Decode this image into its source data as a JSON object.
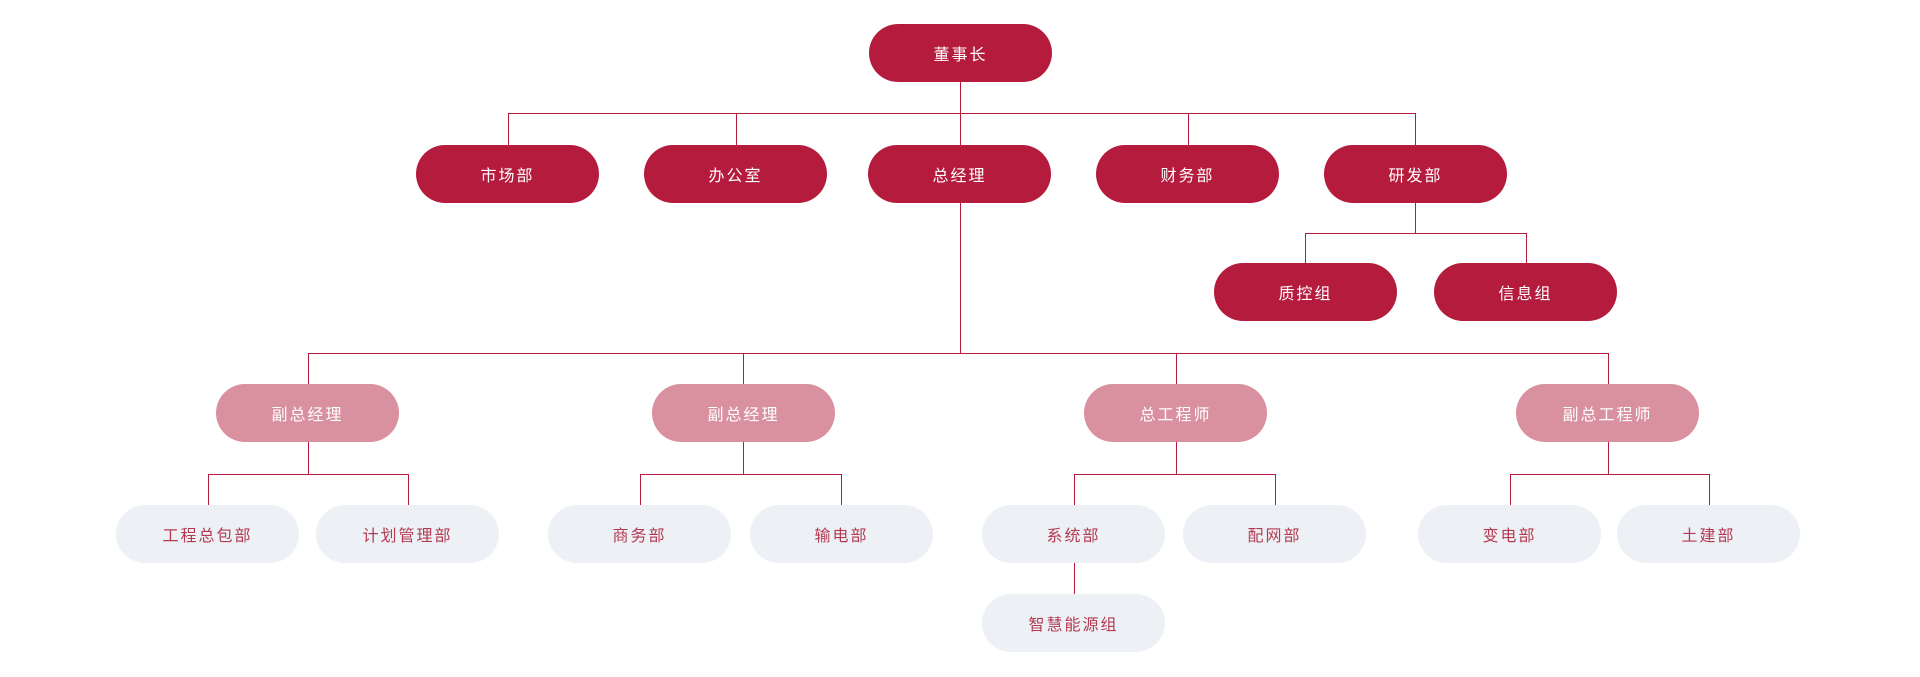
{
  "diagram": {
    "type": "org-chart",
    "colors": {
      "primary": "#b41b3c",
      "secondary": "#d9909f",
      "light_bg": "#edf1f5",
      "light_text": "#b43a52",
      "line": "#b41b3c",
      "background": "#ffffff"
    },
    "nodes": {
      "chairman": {
        "label": "董事长",
        "style": "primary"
      },
      "marketing": {
        "label": "市场部",
        "style": "primary"
      },
      "office": {
        "label": "办公室",
        "style": "primary"
      },
      "general_manager": {
        "label": "总经理",
        "style": "primary"
      },
      "finance": {
        "label": "财务部",
        "style": "primary"
      },
      "rnd": {
        "label": "研发部",
        "style": "primary"
      },
      "quality_control": {
        "label": "质控组",
        "style": "primary"
      },
      "information": {
        "label": "信息组",
        "style": "primary"
      },
      "deputy_gm_1": {
        "label": "副总经理",
        "style": "secondary"
      },
      "deputy_gm_2": {
        "label": "副总经理",
        "style": "secondary"
      },
      "chief_engineer": {
        "label": "总工程师",
        "style": "secondary"
      },
      "deputy_chief_engineer": {
        "label": "副总工程师",
        "style": "secondary"
      },
      "epc": {
        "label": "工程总包部",
        "style": "light"
      },
      "planning": {
        "label": "计划管理部",
        "style": "light"
      },
      "commerce": {
        "label": "商务部",
        "style": "light"
      },
      "transmission": {
        "label": "输电部",
        "style": "light"
      },
      "system": {
        "label": "系统部",
        "style": "light"
      },
      "distribution": {
        "label": "配网部",
        "style": "light"
      },
      "substation": {
        "label": "变电部",
        "style": "light"
      },
      "civil": {
        "label": "土建部",
        "style": "light"
      },
      "smart_energy": {
        "label": "智慧能源组",
        "style": "light"
      }
    },
    "structure": {
      "label": "董事长",
      "children": [
        {
          "label": "市场部"
        },
        {
          "label": "办公室"
        },
        {
          "label": "总经理",
          "children": [
            {
              "label": "副总经理",
              "children": [
                {
                  "label": "工程总包部"
                },
                {
                  "label": "计划管理部"
                }
              ]
            },
            {
              "label": "副总经理",
              "children": [
                {
                  "label": "商务部"
                },
                {
                  "label": "输电部"
                }
              ]
            },
            {
              "label": "总工程师",
              "children": [
                {
                  "label": "系统部",
                  "children": [
                    {
                      "label": "智慧能源组"
                    }
                  ]
                },
                {
                  "label": "配网部"
                }
              ]
            },
            {
              "label": "副总工程师",
              "children": [
                {
                  "label": "变电部"
                },
                {
                  "label": "土建部"
                }
              ]
            }
          ]
        },
        {
          "label": "财务部"
        },
        {
          "label": "研发部",
          "children": [
            {
              "label": "质控组"
            },
            {
              "label": "信息组"
            }
          ]
        }
      ]
    }
  }
}
